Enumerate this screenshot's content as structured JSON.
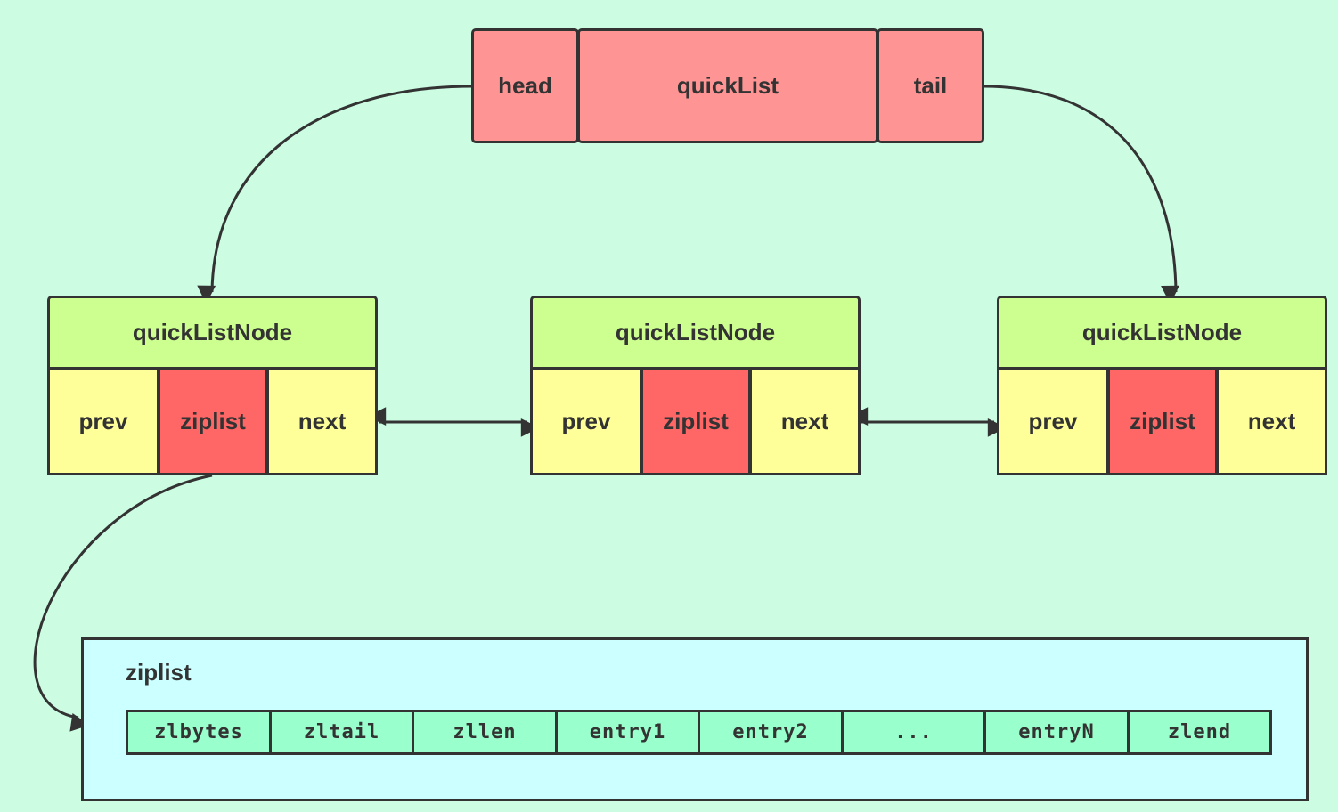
{
  "quicklist": {
    "head": "head",
    "label": "quickList",
    "tail": "tail",
    "fill_color": "#ff9494"
  },
  "nodes": [
    {
      "title": "quickListNode",
      "prev": "prev",
      "ziplist": "ziplist",
      "next": "next"
    },
    {
      "title": "quickListNode",
      "prev": "prev",
      "ziplist": "ziplist",
      "next": "next"
    },
    {
      "title": "quickListNode",
      "prev": "prev",
      "ziplist": "ziplist",
      "next": "next"
    }
  ],
  "node_colors": {
    "title": "#ccff8f",
    "pointer": "#ffff99",
    "ziplist": "#ff6666"
  },
  "ziplist": {
    "title": "ziplist",
    "fields": [
      "zlbytes",
      "zltail",
      "zllen",
      "entry1",
      "entry2",
      "...",
      "entryN",
      "zlend"
    ],
    "container_color": "#ccffff",
    "field_color": "#99ffcc"
  },
  "background_color": "#ccfde3"
}
